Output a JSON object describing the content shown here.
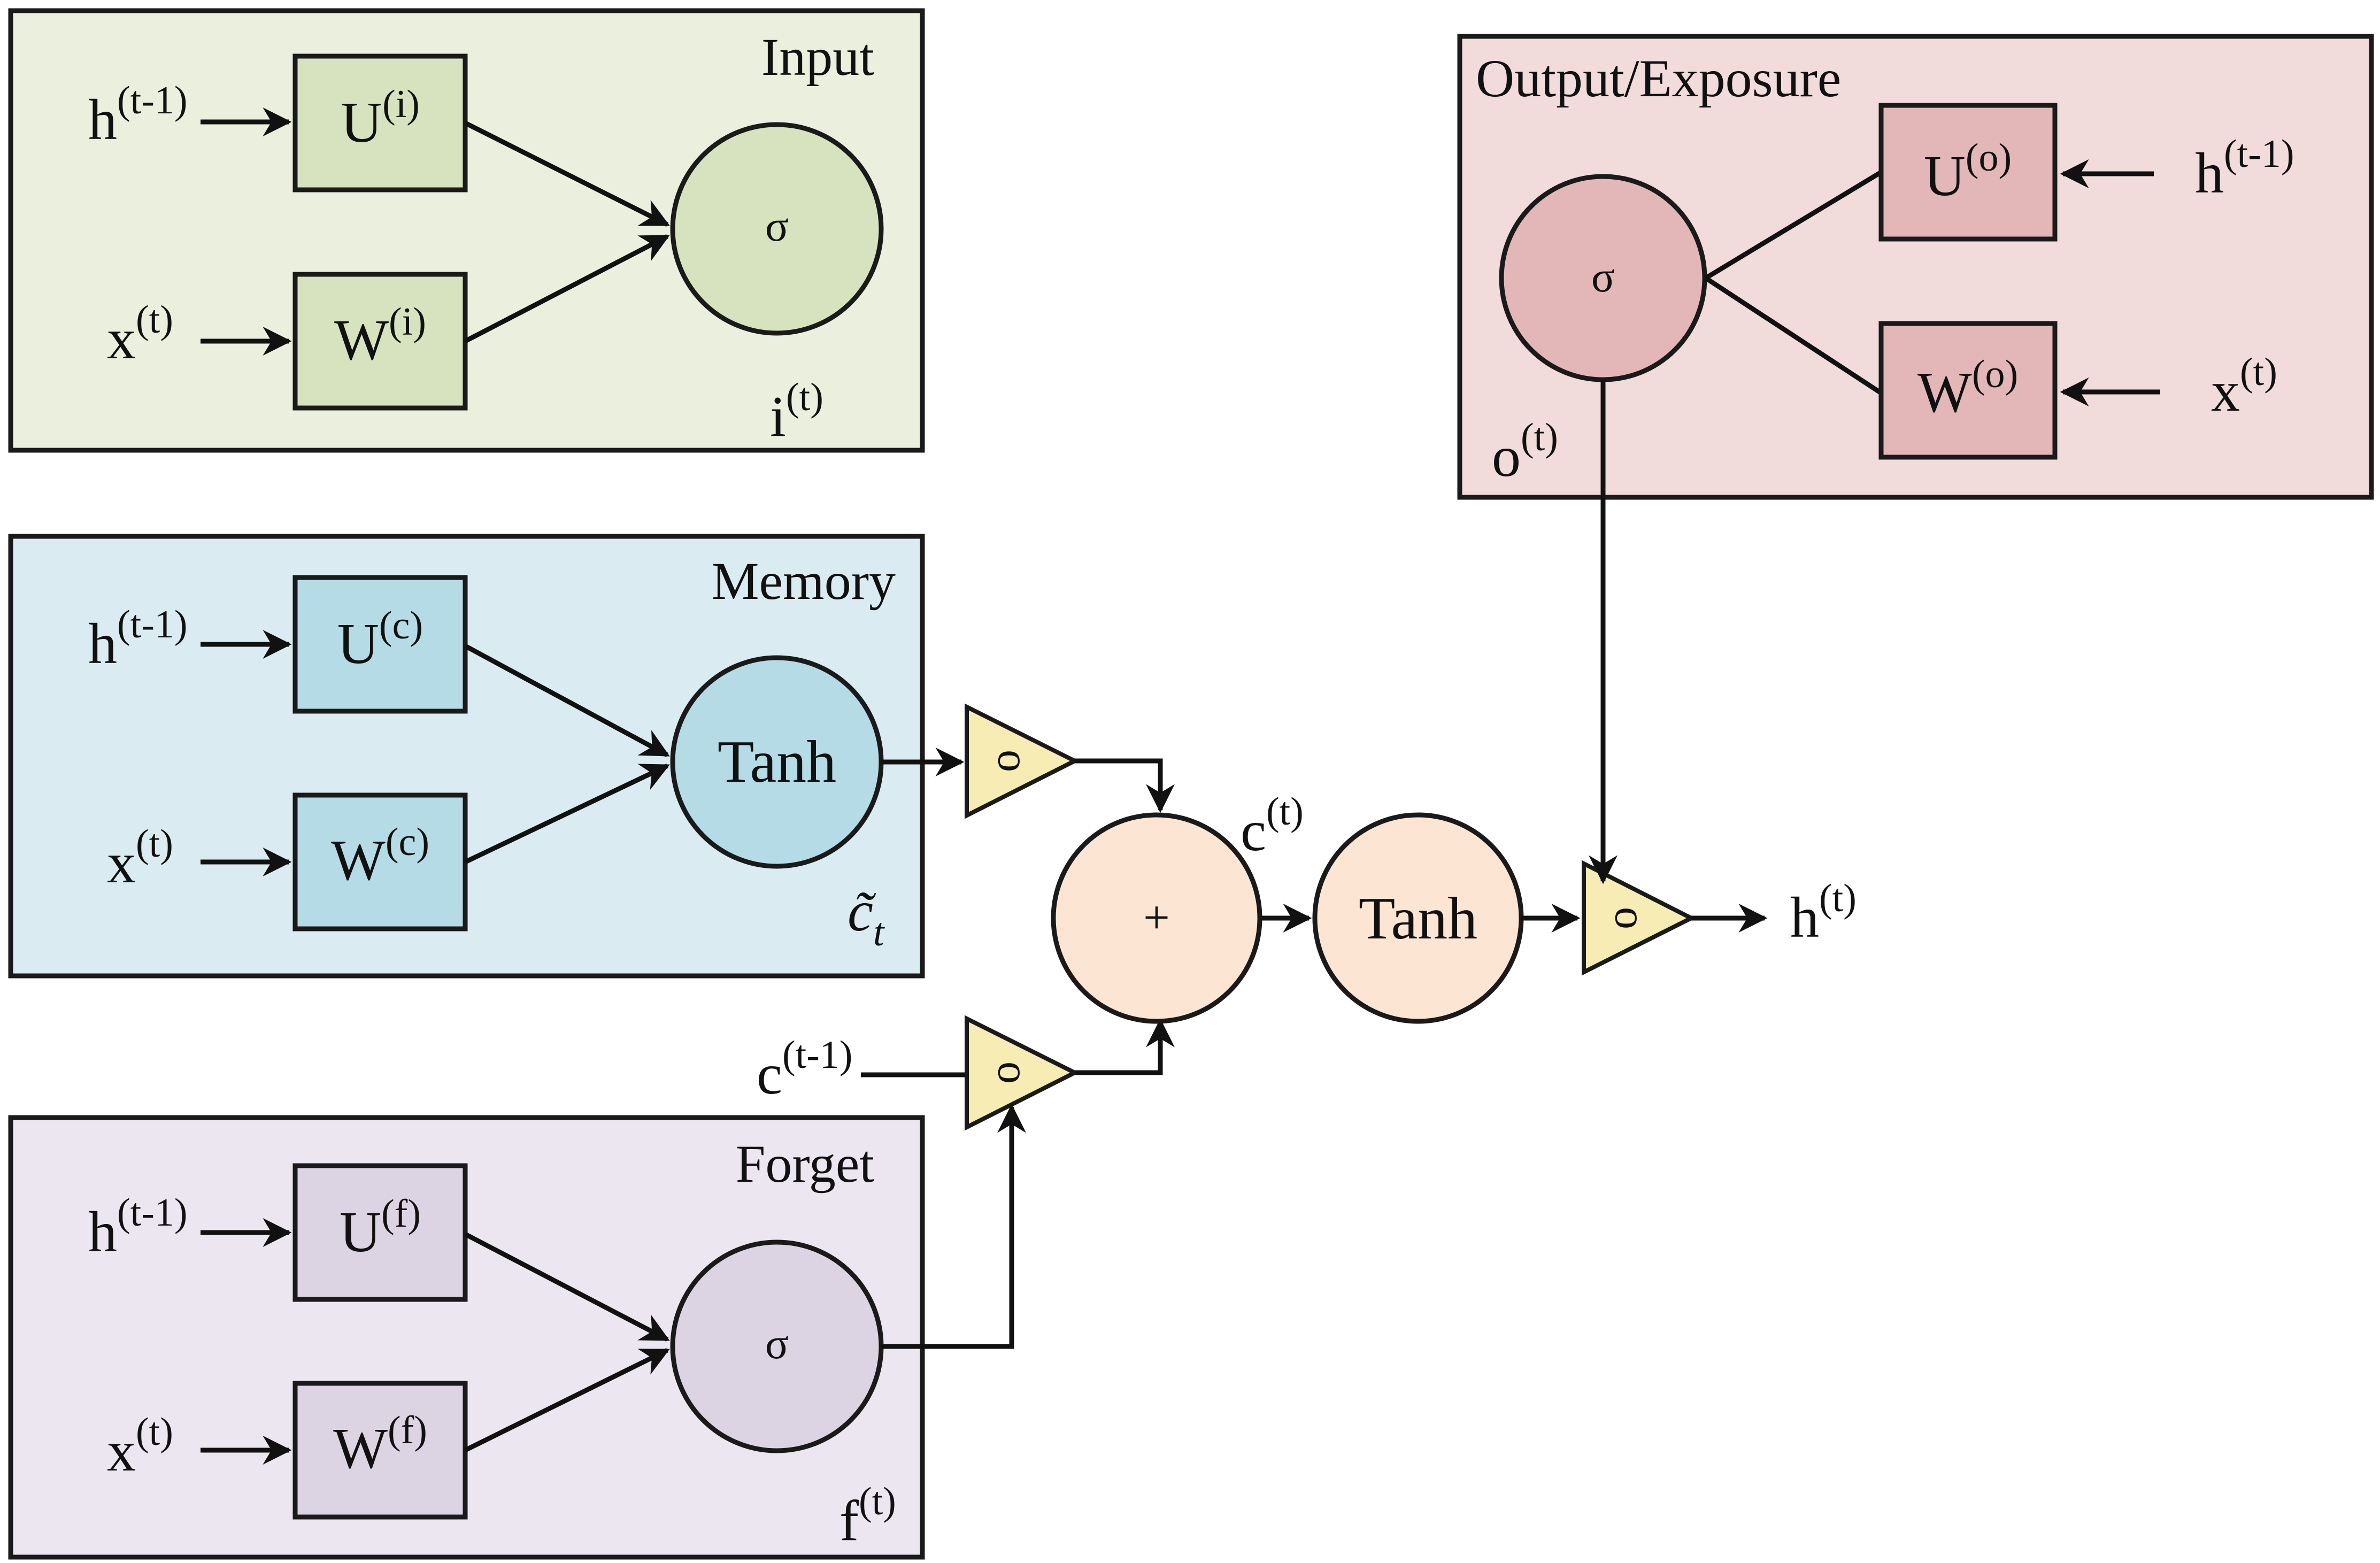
{
  "colors": {
    "input_panel": "#eaf0dd",
    "input_node": "#d6e3be",
    "memory_panel": "#daecf2",
    "memory_node": "#b5dbe6",
    "forget_panel": "#ebe6ef",
    "forget_node": "#dcd4e3",
    "output_panel": "#f1dcdb",
    "output_node": "#e3b7b7",
    "center_node": "#fde5d3",
    "gate": "#f7ecb4"
  },
  "panels": {
    "input": {
      "title": "Input",
      "u_base": "U",
      "u_sup": "(i)",
      "w_base": "W",
      "w_sup": "(i)",
      "h_base": "h",
      "h_sup": "(t-1)",
      "x_base": "x",
      "x_sup": "(t)",
      "node": "σ",
      "out_base": "i",
      "out_sup": "(t)"
    },
    "memory": {
      "title": "Memory",
      "u_base": "U",
      "u_sup": "(c)",
      "w_base": "W",
      "w_sup": "(c)",
      "h_base": "h",
      "h_sup": "(t-1)",
      "x_base": "x",
      "x_sup": "(t)",
      "node": "Tanh",
      "out_base": "c̃",
      "out_sub": "t"
    },
    "forget": {
      "title": "Forget",
      "u_base": "U",
      "u_sup": "(f)",
      "w_base": "W",
      "w_sup": "(f)",
      "h_base": "h",
      "h_sup": "(t-1)",
      "x_base": "x",
      "x_sup": "(t)",
      "node": "σ",
      "out_base": "f",
      "out_sup": "(t)"
    },
    "output": {
      "title": "Output/Exposure",
      "u_base": "U",
      "u_sup": "(o)",
      "w_base": "W",
      "w_sup": "(o)",
      "h_base": "h",
      "h_sup": "(t-1)",
      "x_base": "x",
      "x_sup": "(t)",
      "node": "σ",
      "out_base": "o",
      "out_sup": "(t)"
    }
  },
  "center": {
    "plus": "+",
    "tanh": "Tanh",
    "gate_symbol": "o",
    "cell_base": "c",
    "cell_sup": "(t)",
    "prev_cell_base": "c",
    "prev_cell_sup": "(t-1)",
    "hidden_base": "h",
    "hidden_sup": "(t)"
  }
}
